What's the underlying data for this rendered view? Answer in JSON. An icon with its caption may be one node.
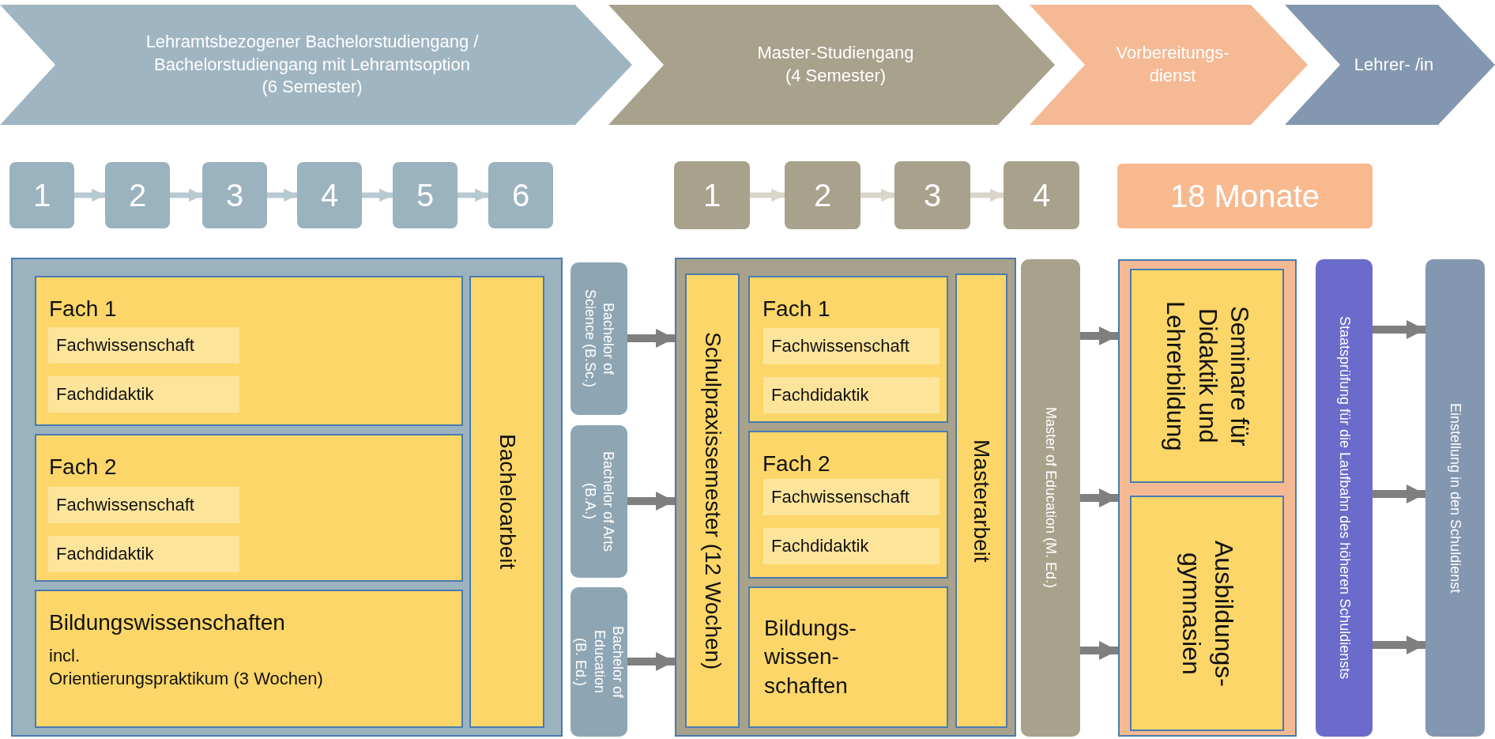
{
  "diagram": {
    "nodes": [
      {
        "text": [
          "Lehramtsbezogener Bachelorstudiengang / Bachelorstudiengang mit Lehramtsoption",
          "(6 Semester)"
        ]
      },
      {
        "text": [
          "Master-Studiengang",
          "(4 Semester)"
        ]
      },
      {
        "text": [
          "Vorbereitungs- dienst"
        ]
      },
      {
        "text": [
          "Lehrer- /in"
        ]
      },
      {
        "text": [
          "1"
        ]
      },
      {
        "text": [
          "2"
        ]
      },
      {
        "text": [
          "3"
        ]
      },
      {
        "text": [
          "4"
        ]
      },
      {
        "text": [
          "5"
        ]
      },
      {
        "text": [
          "6"
        ]
      },
      {
        "text": [
          "1"
        ]
      },
      {
        "text": [
          "2"
        ]
      },
      {
        "text": [
          "3"
        ]
      },
      {
        "text": [
          "4"
        ]
      },
      {
        "text": [
          "18 Monate"
        ]
      },
      {
        "text": [],
        "shape": "box"
      },
      {
        "text": [
          "Fach 1"
        ],
        "in": 15
      },
      {
        "text": [
          "Fachwissenschaft"
        ],
        "in": 16
      },
      {
        "text": [
          "Fachdidaktik"
        ],
        "in": 16
      },
      {
        "text": [
          "Fach 2"
        ],
        "in": 15
      },
      {
        "text": [
          "Fachwissenschaft"
        ],
        "in": 19
      },
      {
        "text": [
          "Fachdidaktik"
        ],
        "in": 19
      },
      {
        "text": [
          "Bildungswissenschaften",
          "incl.",
          "Orientierungspraktikum (3 Wochen)"
        ],
        "in": 15
      },
      {
        "text": [
          "Bacheloarbeit"
        ],
        "in": 15
      },
      {
        "text": [
          "Bachelor of Science (B.Sc.)"
        ]
      },
      {
        "text": [
          "Bachelor of Arts (B.A.)"
        ]
      },
      {
        "text": [
          "Bachelor of Education (B. Ed.)"
        ]
      },
      {
        "text": [],
        "shape": "box"
      },
      {
        "text": [
          "Schulpraxissemester (12 Wochen)"
        ],
        "in": 27
      },
      {
        "text": [
          "Fach 1"
        ],
        "in": 27
      },
      {
        "text": [
          "Fachwissenschaft"
        ],
        "in": 29
      },
      {
        "text": [
          "Fachdidaktik"
        ],
        "in": 29
      },
      {
        "text": [
          "Fach 2"
        ],
        "in": 27
      },
      {
        "text": [
          "Fachwissenschaft"
        ],
        "in": 32
      },
      {
        "text": [
          "Fachdidaktik"
        ],
        "in": 32
      },
      {
        "text": [
          "Bildungs- wissen- schaften"
        ],
        "in": 27
      },
      {
        "text": [
          "Masterarbeit"
        ],
        "in": 27
      },
      {
        "text": [
          "Master of Education (M. Ed.)"
        ]
      },
      {
        "text": [],
        "shape": "box"
      },
      {
        "text": [
          "Seminare für Didaktik und Lehrerbildung"
        ],
        "in": 38
      },
      {
        "text": [
          "Ausbildungs- gymnasien"
        ],
        "in": 38
      },
      {
        "text": [
          "Staatsprüfung für die Laufbahn des höheren Schuldiensts"
        ]
      },
      {
        "text": [
          "Einstellung in den Schuldienst"
        ]
      }
    ],
    "edges": [
      {
        "from": 4,
        "to": 5,
        "arrow": "to",
        "color": "#b7c9d3"
      },
      {
        "from": 5,
        "to": 6,
        "arrow": "to",
        "color": "#b7c9d3"
      },
      {
        "from": 6,
        "to": 7,
        "arrow": "to",
        "color": "#b7c9d3"
      },
      {
        "from": 7,
        "to": 8,
        "arrow": "to",
        "color": "#b7c9d3"
      },
      {
        "from": 8,
        "to": 9,
        "arrow": "to",
        "color": "#b7c9d3"
      },
      {
        "from": 10,
        "to": 11,
        "arrow": "to",
        "color": "#d9d5ca"
      },
      {
        "from": 11,
        "to": 12,
        "arrow": "to",
        "color": "#d9d5ca"
      },
      {
        "from": 12,
        "to": 13,
        "arrow": "to",
        "color": "#d9d5ca"
      },
      {
        "from": 24,
        "to": 27,
        "arrow": "to"
      },
      {
        "from": 25,
        "to": 27,
        "arrow": "to"
      },
      {
        "from": 26,
        "to": 27,
        "arrow": "to"
      },
      {
        "from": 37,
        "to": 38,
        "arrow": "to"
      },
      {
        "from": 37,
        "to": 38,
        "arrow": "to"
      },
      {
        "from": 37,
        "to": 38,
        "arrow": "to"
      },
      {
        "from": 41,
        "to": 42,
        "arrow": "to"
      },
      {
        "from": 41,
        "to": 42,
        "arrow": "to"
      },
      {
        "from": 41,
        "to": 42,
        "arrow": "to"
      }
    ]
  }
}
